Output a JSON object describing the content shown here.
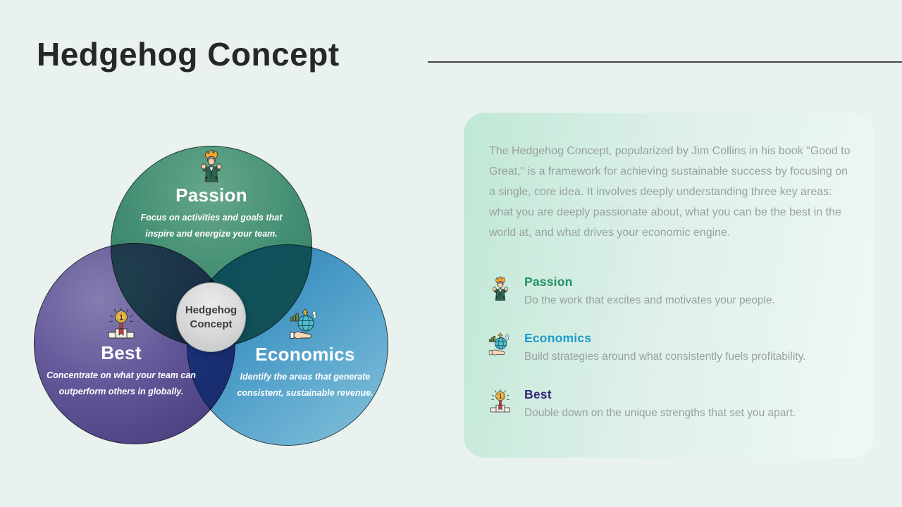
{
  "header": {
    "title": "Hedgehog Concept"
  },
  "colors": {
    "background": "#e9f2ee",
    "panel_gradient_start": "#c0e7d6",
    "panel_gradient_end": "#f1f8f4",
    "divider": "#454545"
  },
  "venn": {
    "center_label": "Hedgehog Concept",
    "circles": [
      {
        "name": "Passion",
        "icon": "passion-icon",
        "color": "#4a977c",
        "title": "Passion",
        "description": "Focus on activities and goals that inspire and energize your team."
      },
      {
        "name": "Best",
        "icon": "best-icon",
        "color": "#6a5ba3",
        "title": "Best",
        "description": "Concentrate on what your team can outperform others in globally."
      },
      {
        "name": "Economics",
        "icon": "economics-icon",
        "color": "#57a8d8",
        "title": "Economics",
        "description": "Identify the areas that generate consistent, sustainable revenue."
      }
    ]
  },
  "panel": {
    "intro": "The Hedgehog Concept, popularized by Jim Collins in his book \"Good to Great,\" is a framework for achieving sustainable success by focusing on a single, core idea. It involves deeply understanding three key areas: what you are deeply passionate about, what you can be the best in the world at, and what drives your economic engine.",
    "items": [
      {
        "title": "Passion",
        "icon": "passion-icon",
        "title_color": "#1f8e66",
        "description": "Do the work that excites and motivates your people."
      },
      {
        "title": "Economics",
        "icon": "economics-icon",
        "title_color": "#1b9ccd",
        "description": "Build strategies around what consistently fuels profitability."
      },
      {
        "title": "Best",
        "icon": "best-icon",
        "title_color": "#332577",
        "description": "Double down on the unique strengths that set you apart."
      }
    ]
  }
}
